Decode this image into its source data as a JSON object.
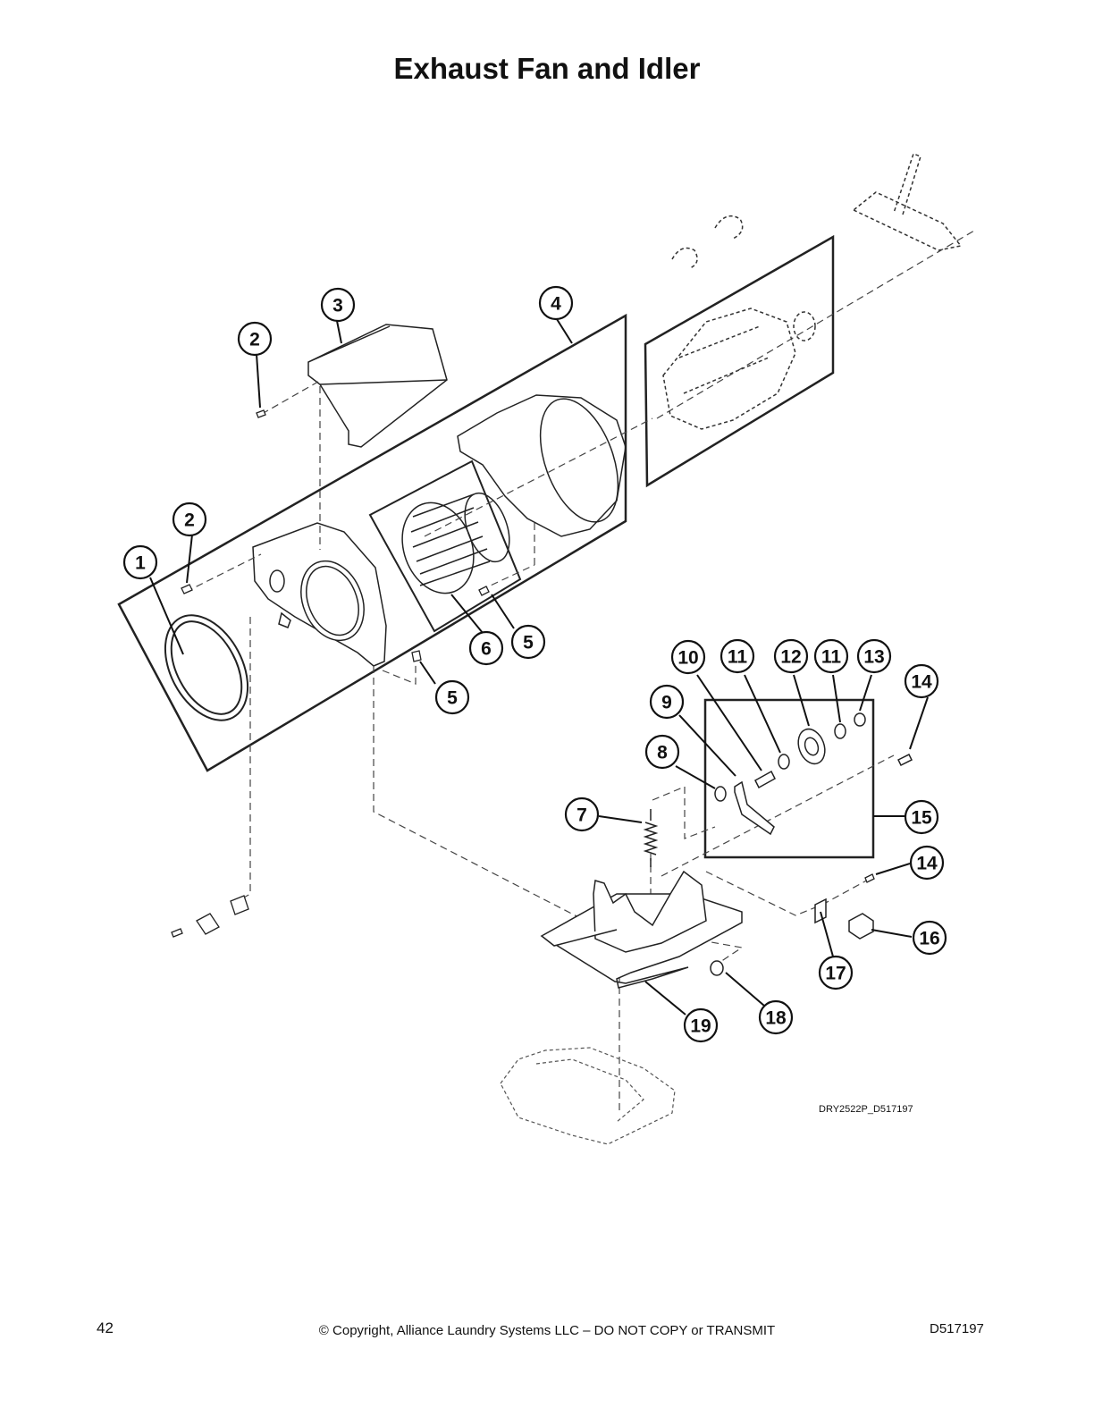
{
  "title": "Exhaust Fan and Idler",
  "drawing_id": "DRY2522P_D517197",
  "footer": {
    "page_number": "42",
    "copyright": "© Copyright, Alliance Laundry Systems LLC – DO NOT COPY or TRANSMIT",
    "doc_number": "D517197"
  },
  "callouts": [
    "1",
    "2",
    "2",
    "3",
    "4",
    "5",
    "5",
    "6",
    "7",
    "8",
    "9",
    "10",
    "11",
    "11",
    "12",
    "13",
    "14",
    "14",
    "15",
    "16",
    "17",
    "18",
    "19"
  ]
}
